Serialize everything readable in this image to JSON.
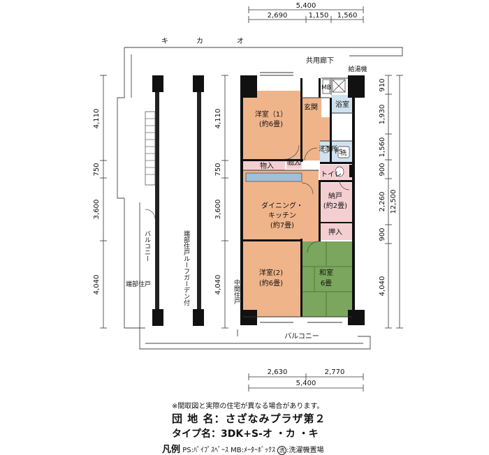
{
  "dimensions": {
    "top_total": "5,400",
    "top_parts": [
      "2,690",
      "1,150",
      "1,560"
    ],
    "bottom_parts": [
      "2,630",
      "2,770"
    ],
    "bottom_total": "5,400",
    "left_heights": [
      "4,110",
      "750",
      "3,600",
      "4,040"
    ],
    "middle_heights": [
      "4,110",
      "750",
      "3,600",
      "4,040"
    ],
    "right_heights": [
      "910",
      "1,930",
      "1,560",
      "900",
      "2,260",
      "900",
      "4,040"
    ],
    "right_total": "12,500"
  },
  "rooms": {
    "western1": "洋室（1）",
    "western1_size": "(約6畳)",
    "entrance": "玄関",
    "bathroom": "浴室",
    "washroom": "洗面所",
    "wash_mark": "洗",
    "closet1": "物入",
    "closet2": "物入",
    "toilet": "トイレ",
    "dining1": "ダイニング・",
    "dining2": "キッチン",
    "dining_size": "(約7畳)",
    "storage": "納戸",
    "storage_size": "(約2畳)",
    "oshiire": "押入",
    "western2": "洋室(2)",
    "western2_size": "(約6畳)",
    "japanese": "和室",
    "japanese_size": "6畳",
    "mb": "MB",
    "ps": "PS"
  },
  "labels": {
    "ki": "キ",
    "ka": "カ",
    "o": "オ",
    "corridor": "共用廊下",
    "water_heater": "給湯機",
    "balcony_side": "バルコニー",
    "balcony_bottom": "バルコニー",
    "end_unit": "端部住戸",
    "roof_garden": "端部住戸ルーフガーデン付",
    "middle_unit": "中間住戸"
  },
  "info": {
    "note": "※間取図と実際の住宅が異なる場合があります。",
    "complex_label": "団 地 名：",
    "complex_name": "さざなみプラザ第２",
    "type_label": "タイプ名：",
    "type_name": "3DK+S-オ ・カ ・キ",
    "legend_label": "凡例",
    "legend_ps": "PS:ﾊﾟｲﾌﾟｽﾍﾟｰｽ",
    "legend_mb": "MB:ﾒｰﾀｰﾎﾞｯｸｽ",
    "legend_wash_mark": "洗",
    "legend_wash": ":洗濯機置場"
  },
  "colors": {
    "western": "#f0b48a",
    "tatami": "#7aa65e",
    "pink": "#f4cfd1",
    "wet": "#cfe2ef",
    "wall": "#111111"
  }
}
